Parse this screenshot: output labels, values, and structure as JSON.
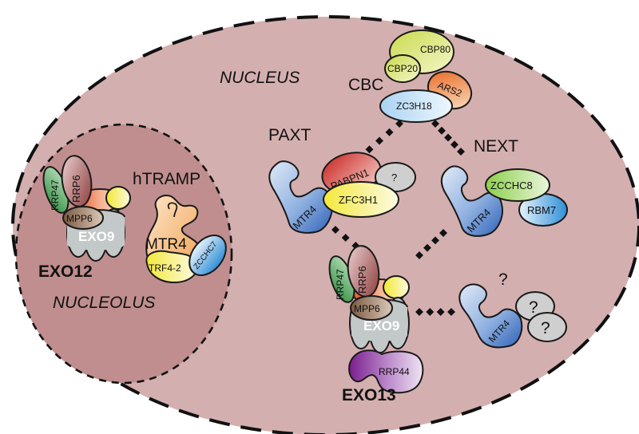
{
  "compartments": {
    "nucleus": "NUCLEUS",
    "nucleolus": "NUCLEOLUS"
  },
  "colors": {
    "nucleus_fill": "#d4afaf",
    "nucleolus_fill": "#c08e8e",
    "mtr4_blue": "#4a7fc8",
    "exosome_grey": "#c3c8c9",
    "rrp47_green": "#3e9a50",
    "rrp6_brown": "#a05a5a",
    "mpp6_brown": "#8a6a52",
    "rrp44_purple": "#8a3a9a"
  },
  "cbc": {
    "label": "CBC",
    "proteins": [
      "CBP80",
      "CBP20",
      "ARS2",
      "ZC3H18"
    ]
  },
  "paxt": {
    "label": "PAXT",
    "proteins": [
      "MTR4",
      "PABPN1",
      "ZFC3H1",
      "?"
    ]
  },
  "next": {
    "label": "NEXT",
    "proteins": [
      "MTR4",
      "ZCCHC8",
      "RBM7"
    ]
  },
  "unknown_complex": {
    "proteins": [
      "MTR4",
      "?",
      "?",
      "?"
    ]
  },
  "htramp": {
    "label": "hTRAMP",
    "proteins": [
      "MTR4",
      "TRF4-2",
      "ZCCHC7"
    ]
  },
  "exo12": {
    "label": "EXO12",
    "proteins": [
      "RRP47",
      "RRP6",
      "MPP6",
      "EXO9"
    ]
  },
  "exo13": {
    "label": "EXO13",
    "proteins": [
      "RRP47",
      "RRP6",
      "MPP6",
      "EXO9",
      "RRP44"
    ]
  }
}
